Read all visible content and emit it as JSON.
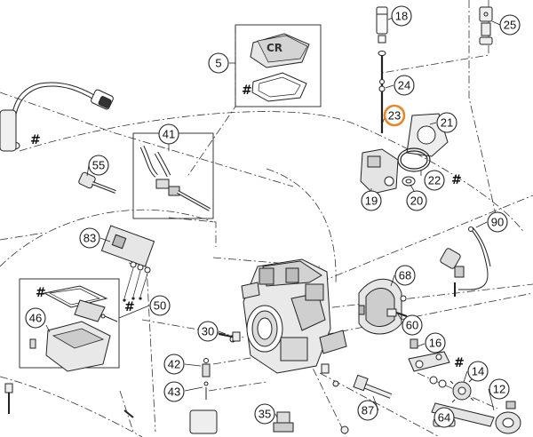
{
  "diagram": {
    "callouts": [
      {
        "id": "c18",
        "label": "18",
        "highlight": false
      },
      {
        "id": "c25",
        "label": "25",
        "highlight": false
      },
      {
        "id": "c5",
        "label": "5",
        "highlight": false
      },
      {
        "id": "c24",
        "label": "24",
        "highlight": false
      },
      {
        "id": "c23",
        "label": "23",
        "highlight": true
      },
      {
        "id": "c21",
        "label": "21",
        "highlight": false
      },
      {
        "id": "c41",
        "label": "41",
        "highlight": false
      },
      {
        "id": "c55",
        "label": "55",
        "highlight": false
      },
      {
        "id": "c22",
        "label": "22",
        "highlight": false
      },
      {
        "id": "c19",
        "label": "19",
        "highlight": false
      },
      {
        "id": "c20",
        "label": "20",
        "highlight": false
      },
      {
        "id": "c90",
        "label": "90",
        "highlight": false
      },
      {
        "id": "c83",
        "label": "83",
        "highlight": false
      },
      {
        "id": "c68",
        "label": "68",
        "highlight": false
      },
      {
        "id": "c50",
        "label": "50",
        "highlight": false
      },
      {
        "id": "c46",
        "label": "46",
        "highlight": false
      },
      {
        "id": "c60",
        "label": "60",
        "highlight": false
      },
      {
        "id": "c30",
        "label": "30",
        "highlight": false
      },
      {
        "id": "c16",
        "label": "16",
        "highlight": false
      },
      {
        "id": "c14",
        "label": "14",
        "highlight": false
      },
      {
        "id": "c42",
        "label": "42",
        "highlight": false
      },
      {
        "id": "c43",
        "label": "43",
        "highlight": false
      },
      {
        "id": "c12",
        "label": "12",
        "highlight": false
      },
      {
        "id": "c87",
        "label": "87",
        "highlight": false
      },
      {
        "id": "c35",
        "label": "35",
        "highlight": false
      },
      {
        "id": "c64",
        "label": "64",
        "highlight": false
      }
    ],
    "hash_mark": "#",
    "highlight_color": "#e8862a",
    "line_color": "#222222"
  }
}
